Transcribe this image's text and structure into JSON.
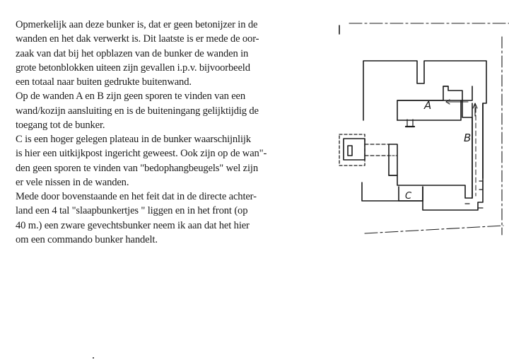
{
  "document": {
    "lines": [
      "Opmerkelijk aan deze bunker is, dat er geen betonijzer  in de",
      "wanden en het dak verwerkt is. Dit laatste is er mede de oor-",
      "zaak van dat bij het opblazen van de bunker de wanden in",
      "grote betonblokken uiteen zijn gevallen i.p.v.  bijvoorbeeld",
      "een totaal naar buiten gedrukte buitenwand.",
      "Op de wanden A en B zijn geen sporen te vinden van een",
      "wand/kozijn aansluiting en is de buiteningang gelijktijdig de",
      "toegang tot de bunker.",
      "C is een hoger gelegen plateau in de bunker waarschijnlijk",
      "is hier een uitkijkpost ingericht geweest. Ook zijn op de wan\"-",
      "den geen sporen te vinden van \"bedophangbeugels\" wel zijn",
      "er vele nissen in de wanden.",
      "Mede door bovenstaande en het feit dat in de directe achter-",
      "land een 4 tal \"slaapbunkertjes \" liggen en in het front (op",
      "40 m.) een zware gevechtsbunker neem ik aan dat het hier",
      "om een commando bunker handelt."
    ]
  },
  "floorplan": {
    "labels": {
      "wall_a": "A",
      "wall_b": "B",
      "plateau_c": "C"
    }
  }
}
